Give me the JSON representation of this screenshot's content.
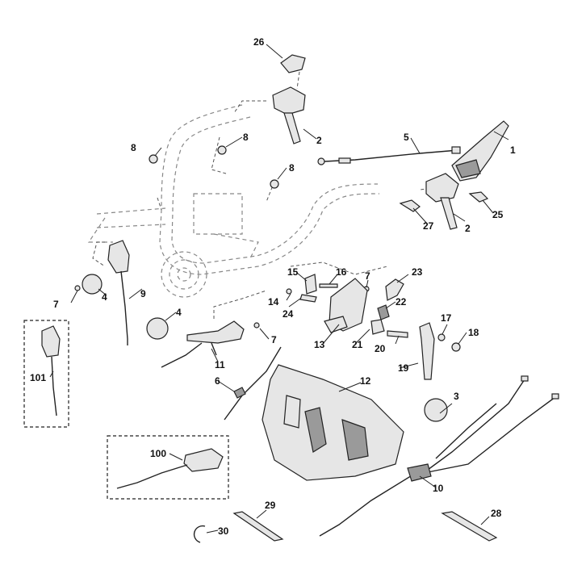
{
  "labels": {
    "l1": "1",
    "l2a": "2",
    "l2b": "2",
    "l3": "3",
    "l4a": "4",
    "l4b": "4",
    "l5": "5",
    "l6": "6",
    "l7a": "7",
    "l7b": "7",
    "l7c": "7",
    "l8a": "8",
    "l8b": "8",
    "l8c": "8",
    "l9": "9",
    "l10": "10",
    "l11": "11",
    "l12": "12",
    "l13": "13",
    "l14": "14",
    "l15": "15",
    "l16": "16",
    "l17": "17",
    "l18": "18",
    "l19": "19",
    "l20": "20",
    "l21": "21",
    "l22": "22",
    "l23": "23",
    "l24": "24",
    "l25": "25",
    "l26": "26",
    "l27": "27",
    "l28": "28",
    "l29": "29",
    "l30": "30",
    "l100": "100",
    "l101": "101"
  }
}
